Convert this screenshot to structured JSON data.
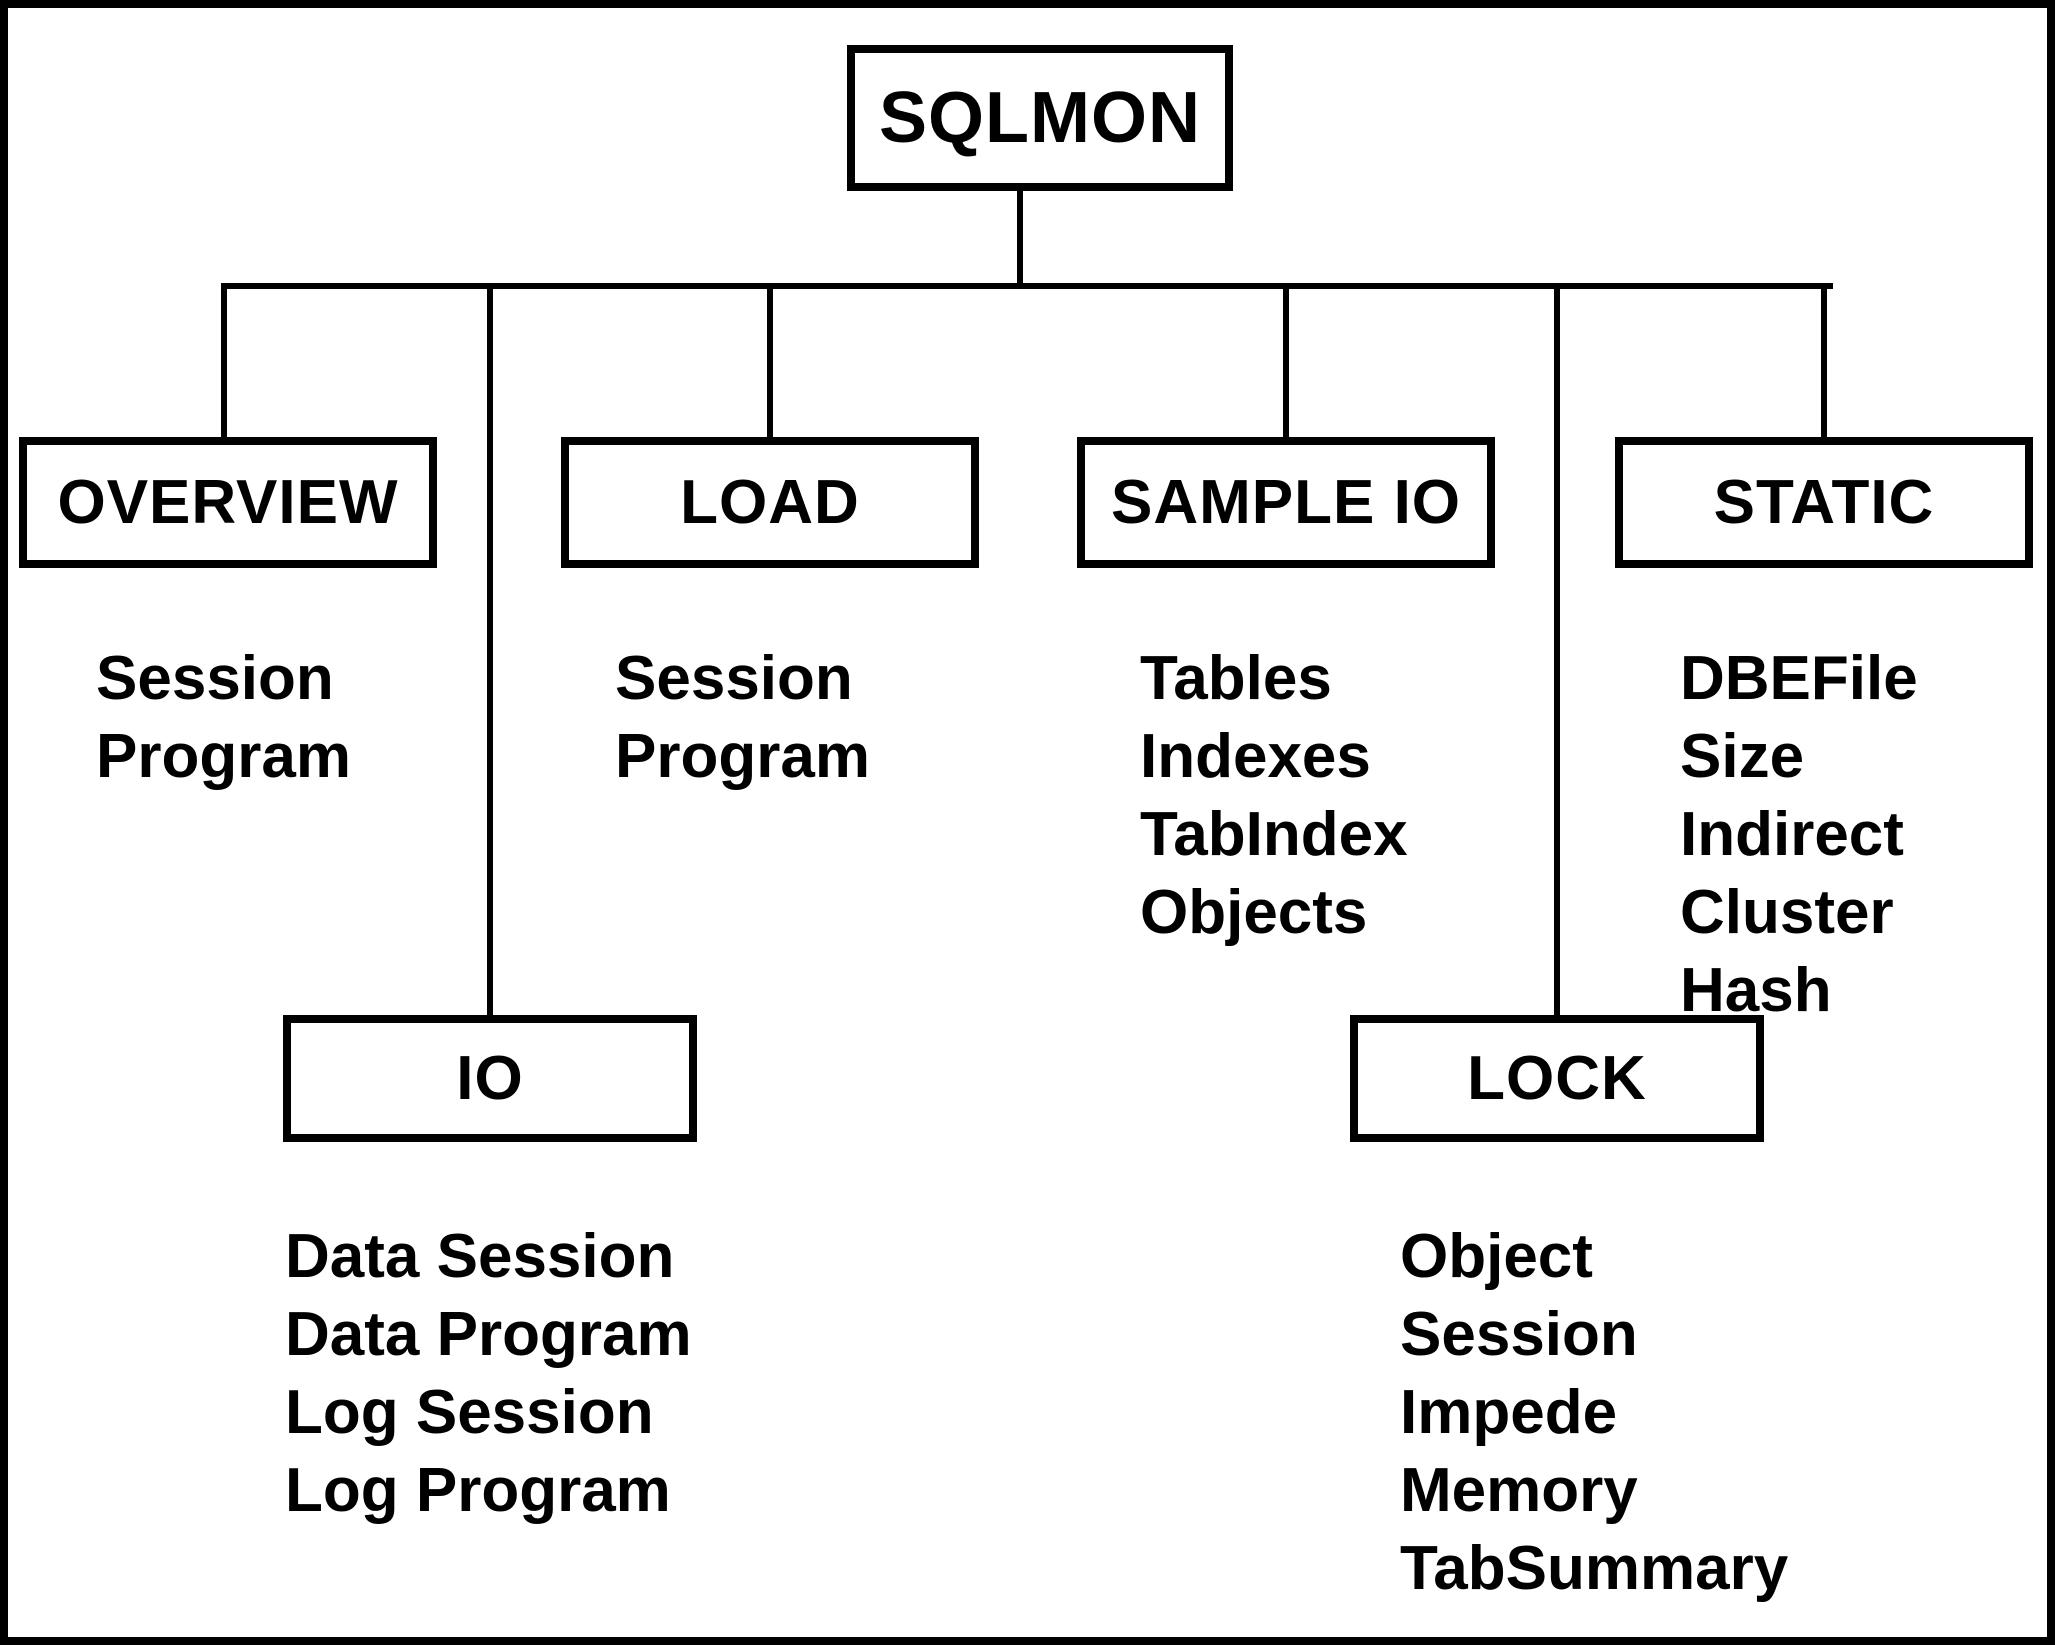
{
  "diagram_title": "SQLMON",
  "colors": {
    "foreground": "#000000",
    "background": "#ffffff"
  },
  "nodes": {
    "sqlmon": {
      "label": "SQLMON"
    },
    "overview": {
      "label": "OVERVIEW",
      "items": [
        "Session",
        "Program"
      ]
    },
    "load": {
      "label": "LOAD",
      "items": [
        "Session",
        "Program"
      ]
    },
    "sample_io": {
      "label": "SAMPLE IO",
      "items": [
        "Tables",
        "Indexes",
        "TabIndex",
        "Objects"
      ]
    },
    "static": {
      "label": "STATIC",
      "items": [
        "DBEFile",
        "Size",
        "Indirect",
        "Cluster",
        "Hash"
      ]
    },
    "io": {
      "label": "IO",
      "items": [
        "Data Session",
        "Data Program",
        "Log Session",
        "Log Program"
      ]
    },
    "lock": {
      "label": "LOCK",
      "items": [
        "Object",
        "Session",
        "Impede",
        "Memory",
        "TabSummary"
      ]
    }
  }
}
